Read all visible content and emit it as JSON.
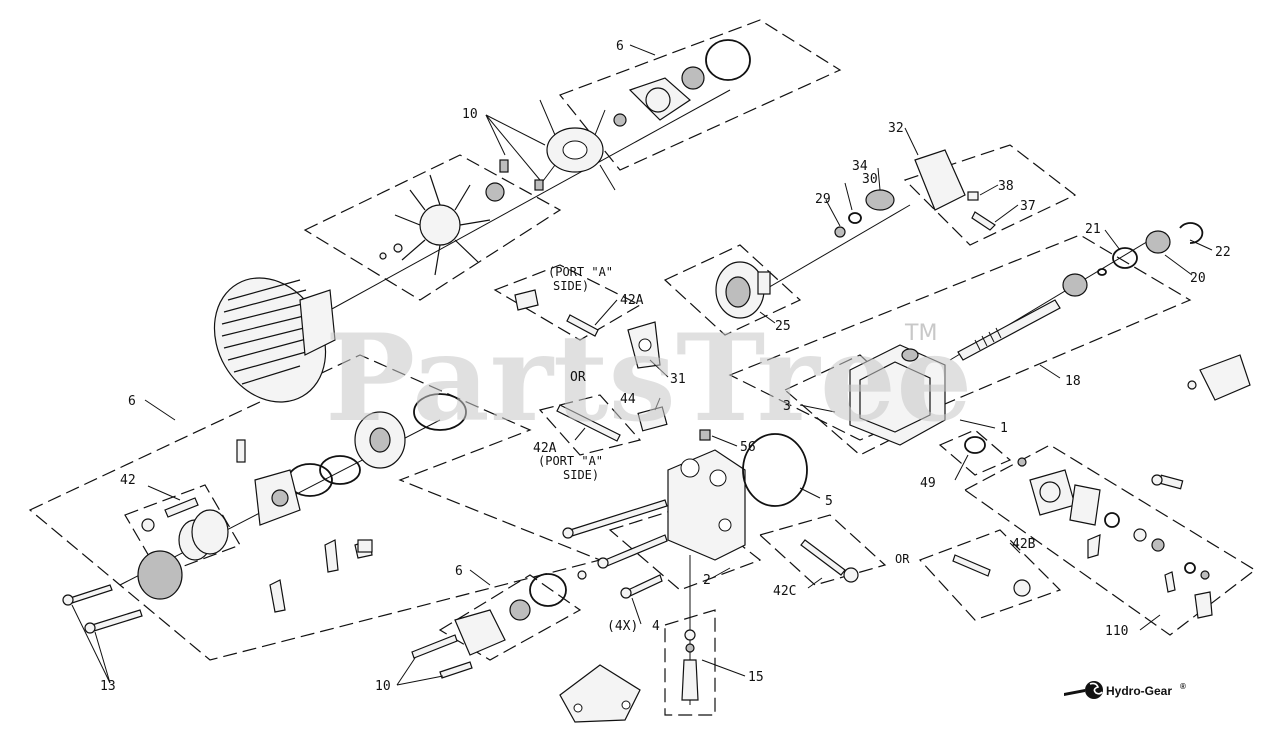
{
  "watermark": {
    "text": "PartsTree",
    "tm": "TM"
  },
  "brand": {
    "name": "Hydro-Gear",
    "reg": "®"
  },
  "labels": {
    "l6_top": "6",
    "l10_top": "10",
    "l32": "32",
    "l30": "30",
    "l34": "34",
    "l38": "38",
    "l29": "29",
    "l37": "37",
    "l21": "21",
    "l22": "22",
    "l20": "20",
    "port_a_side_top_1": "(PORT \"A\"",
    "port_a_side_top_2": "SIDE)",
    "l42a_top": "42A",
    "l25": "25",
    "or_left": "OR",
    "l31": "31",
    "l18": "18",
    "l6_left": "6",
    "l44": "44",
    "l3": "3",
    "l1": "1",
    "l56": "56",
    "l42a_mid": "42A",
    "port_a_side_mid_1": "(PORT \"A\"",
    "port_a_side_mid_2": "SIDE)",
    "l5": "5",
    "l49": "49",
    "l42": "42",
    "l42b": "42B",
    "or_right": "OR",
    "l2": "2",
    "l42c": "42C",
    "l6_bottom": "6",
    "l4x": "(4X)",
    "l4": "4",
    "l110": "110",
    "l10_bottom": "10",
    "l15": "15",
    "l13": "13"
  }
}
